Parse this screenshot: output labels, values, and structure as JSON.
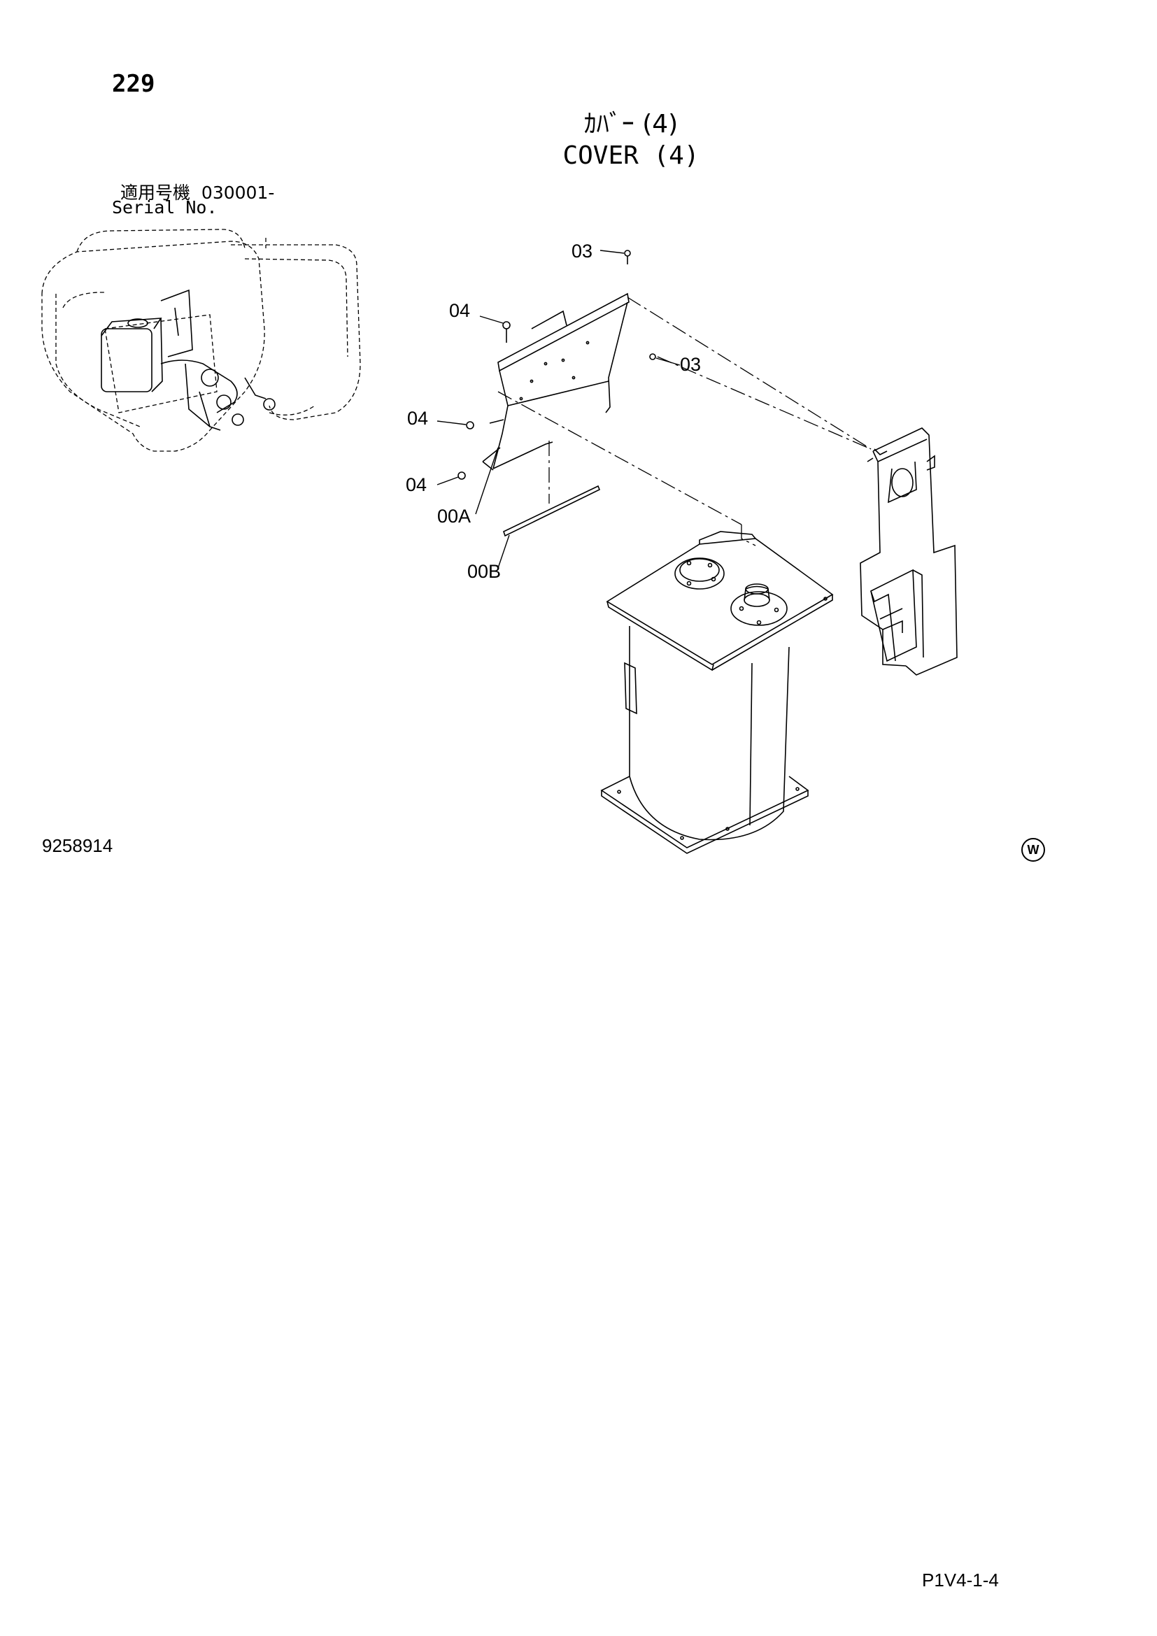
{
  "header": {
    "page_number": "229",
    "title_jp": "ｶﾊﾞｰ (4)",
    "title_en": "COVER (4)"
  },
  "serial": {
    "label_jp": "適用号機",
    "value": "030001-",
    "label_en": "Serial No."
  },
  "callouts": {
    "c03_top": "03",
    "c03_mid": "03",
    "c04_top": "04",
    "c04_mid": "04",
    "c04_low": "04",
    "c00A": "00A",
    "c00B": "00B"
  },
  "footer": {
    "doc_number": "9258914",
    "watermark_letter": "W",
    "page_code": "P1V4-1-4"
  }
}
